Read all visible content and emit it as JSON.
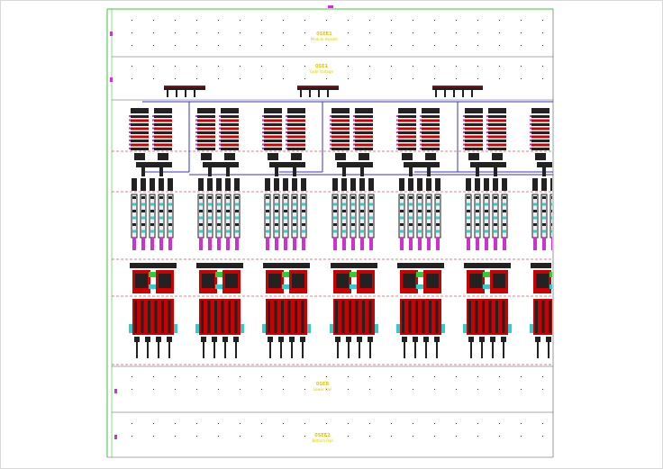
{
  "sheet": {
    "columns": 7,
    "colors": {
      "frame_green": "#33cc33",
      "block_red": "#cc0000",
      "route_blue": "#3333cc",
      "pin_magenta": "#cc33cc",
      "label_yellow": "#e6c800",
      "dark": "#222222",
      "cyan": "#33cccc"
    }
  },
  "rail_labels": [
    {
      "title": "0SEE1",
      "subtitle": "Module Header"
    },
    {
      "title": "0SE1",
      "subtitle": "Gate Voltage"
    },
    {
      "title": "0SEB",
      "subtitle": "Lower Rail"
    },
    {
      "title": "0SEE2",
      "subtitle": "Bottom Rail"
    }
  ]
}
